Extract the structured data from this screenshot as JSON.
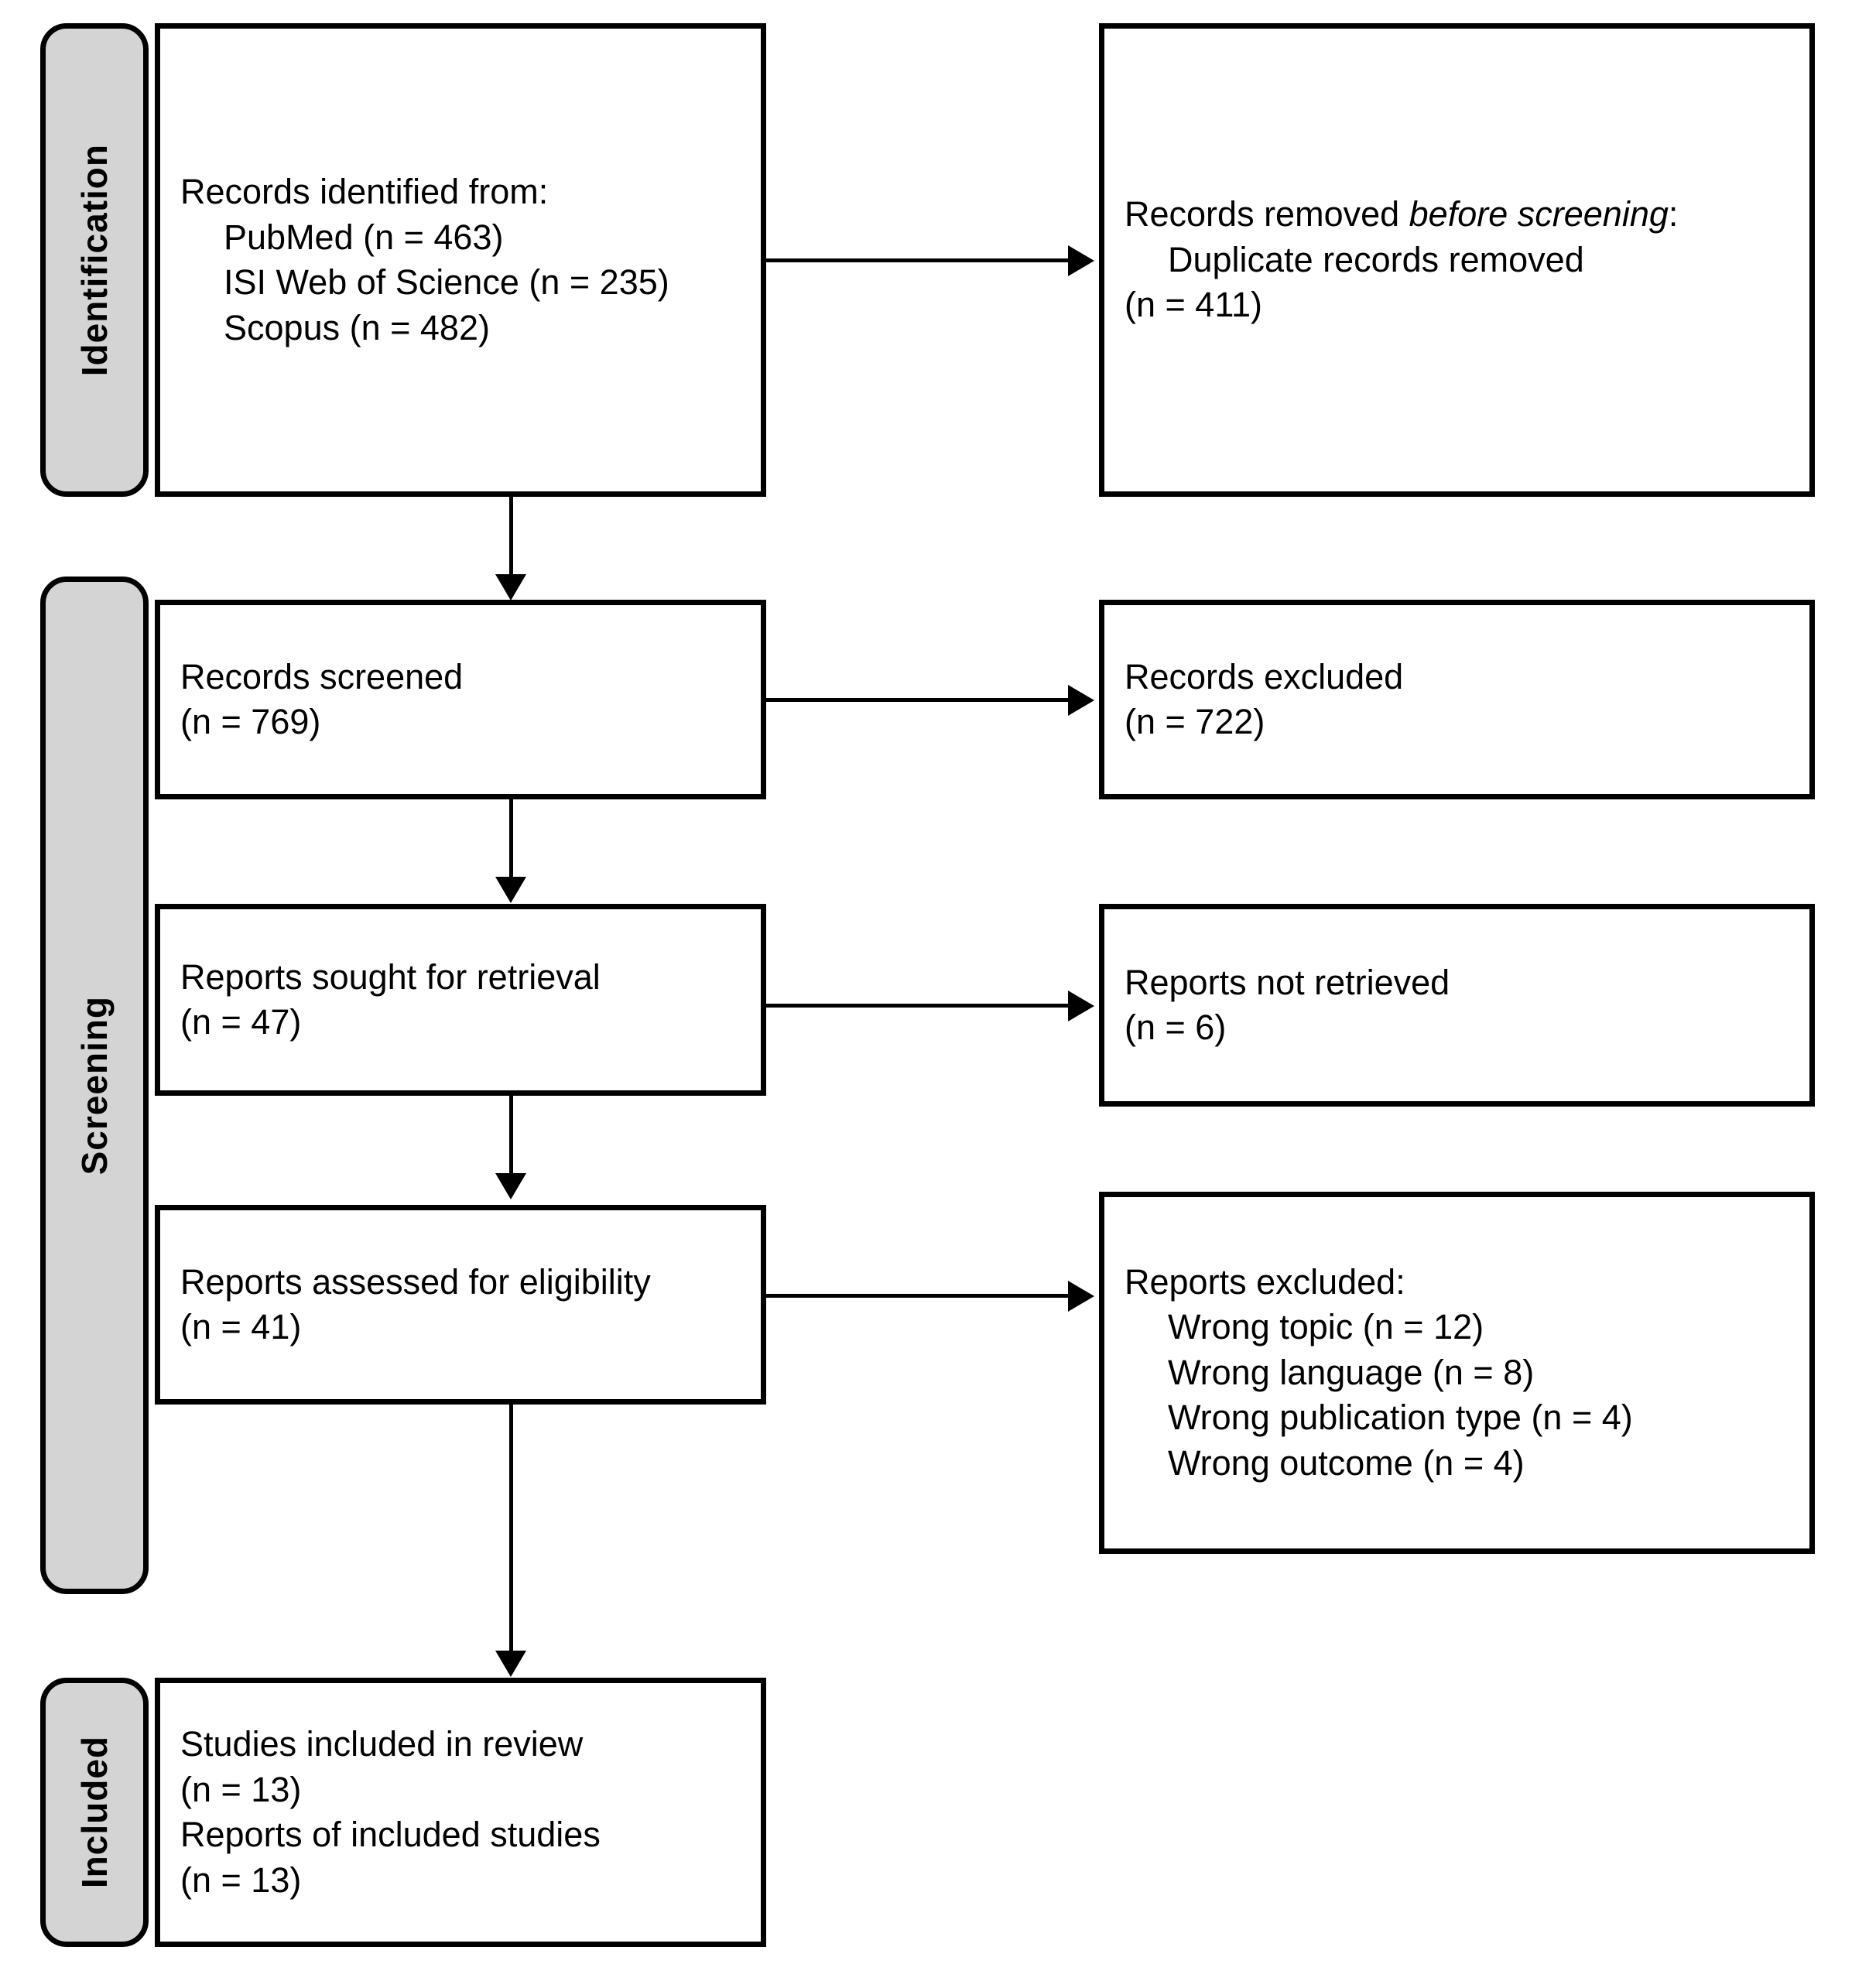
{
  "diagram": {
    "type": "prisma-flow-diagram",
    "stages": [
      {
        "id": "identification",
        "label": "Identification"
      },
      {
        "id": "screening",
        "label": "Screening"
      },
      {
        "id": "included",
        "label": "Included"
      }
    ],
    "boxes": {
      "identified": {
        "title": "Records identified from:",
        "items": [
          "PubMed (n = 463)",
          "ISI Web of Science (n = 235)",
          "Scopus (n = 482)"
        ]
      },
      "removed_before_screening": {
        "title_plain": "Records removed ",
        "title_italic": "before screening",
        "title_suffix": ":",
        "items": [
          "Duplicate records removed",
          "(n = 411)"
        ]
      },
      "screened": {
        "title": "Records screened",
        "count": "(n = 769)"
      },
      "records_excluded": {
        "title": "Records excluded",
        "count": "(n = 722)"
      },
      "sought_for_retrieval": {
        "title": "Reports sought for retrieval",
        "count": "(n = 47)"
      },
      "not_retrieved": {
        "title": "Reports not retrieved",
        "count": "(n = 6)"
      },
      "assessed_for_eligibility": {
        "title": "Reports assessed for eligibility",
        "count": "(n = 41)"
      },
      "reports_excluded": {
        "title": "Reports excluded:",
        "items": [
          "Wrong topic (n = 12)",
          "Wrong language (n = 8)",
          "Wrong publication type (n = 4)",
          "Wrong outcome (n = 4)"
        ]
      },
      "included": {
        "line1": "Studies included in review",
        "line2": "(n = 13)",
        "line3": "Reports of included studies",
        "line4": "(n = 13)"
      }
    },
    "colors": {
      "stage_bar_fill": "#d4d4d4",
      "border": "#000000",
      "box_fill": "#ffffff",
      "text": "#000000"
    }
  }
}
